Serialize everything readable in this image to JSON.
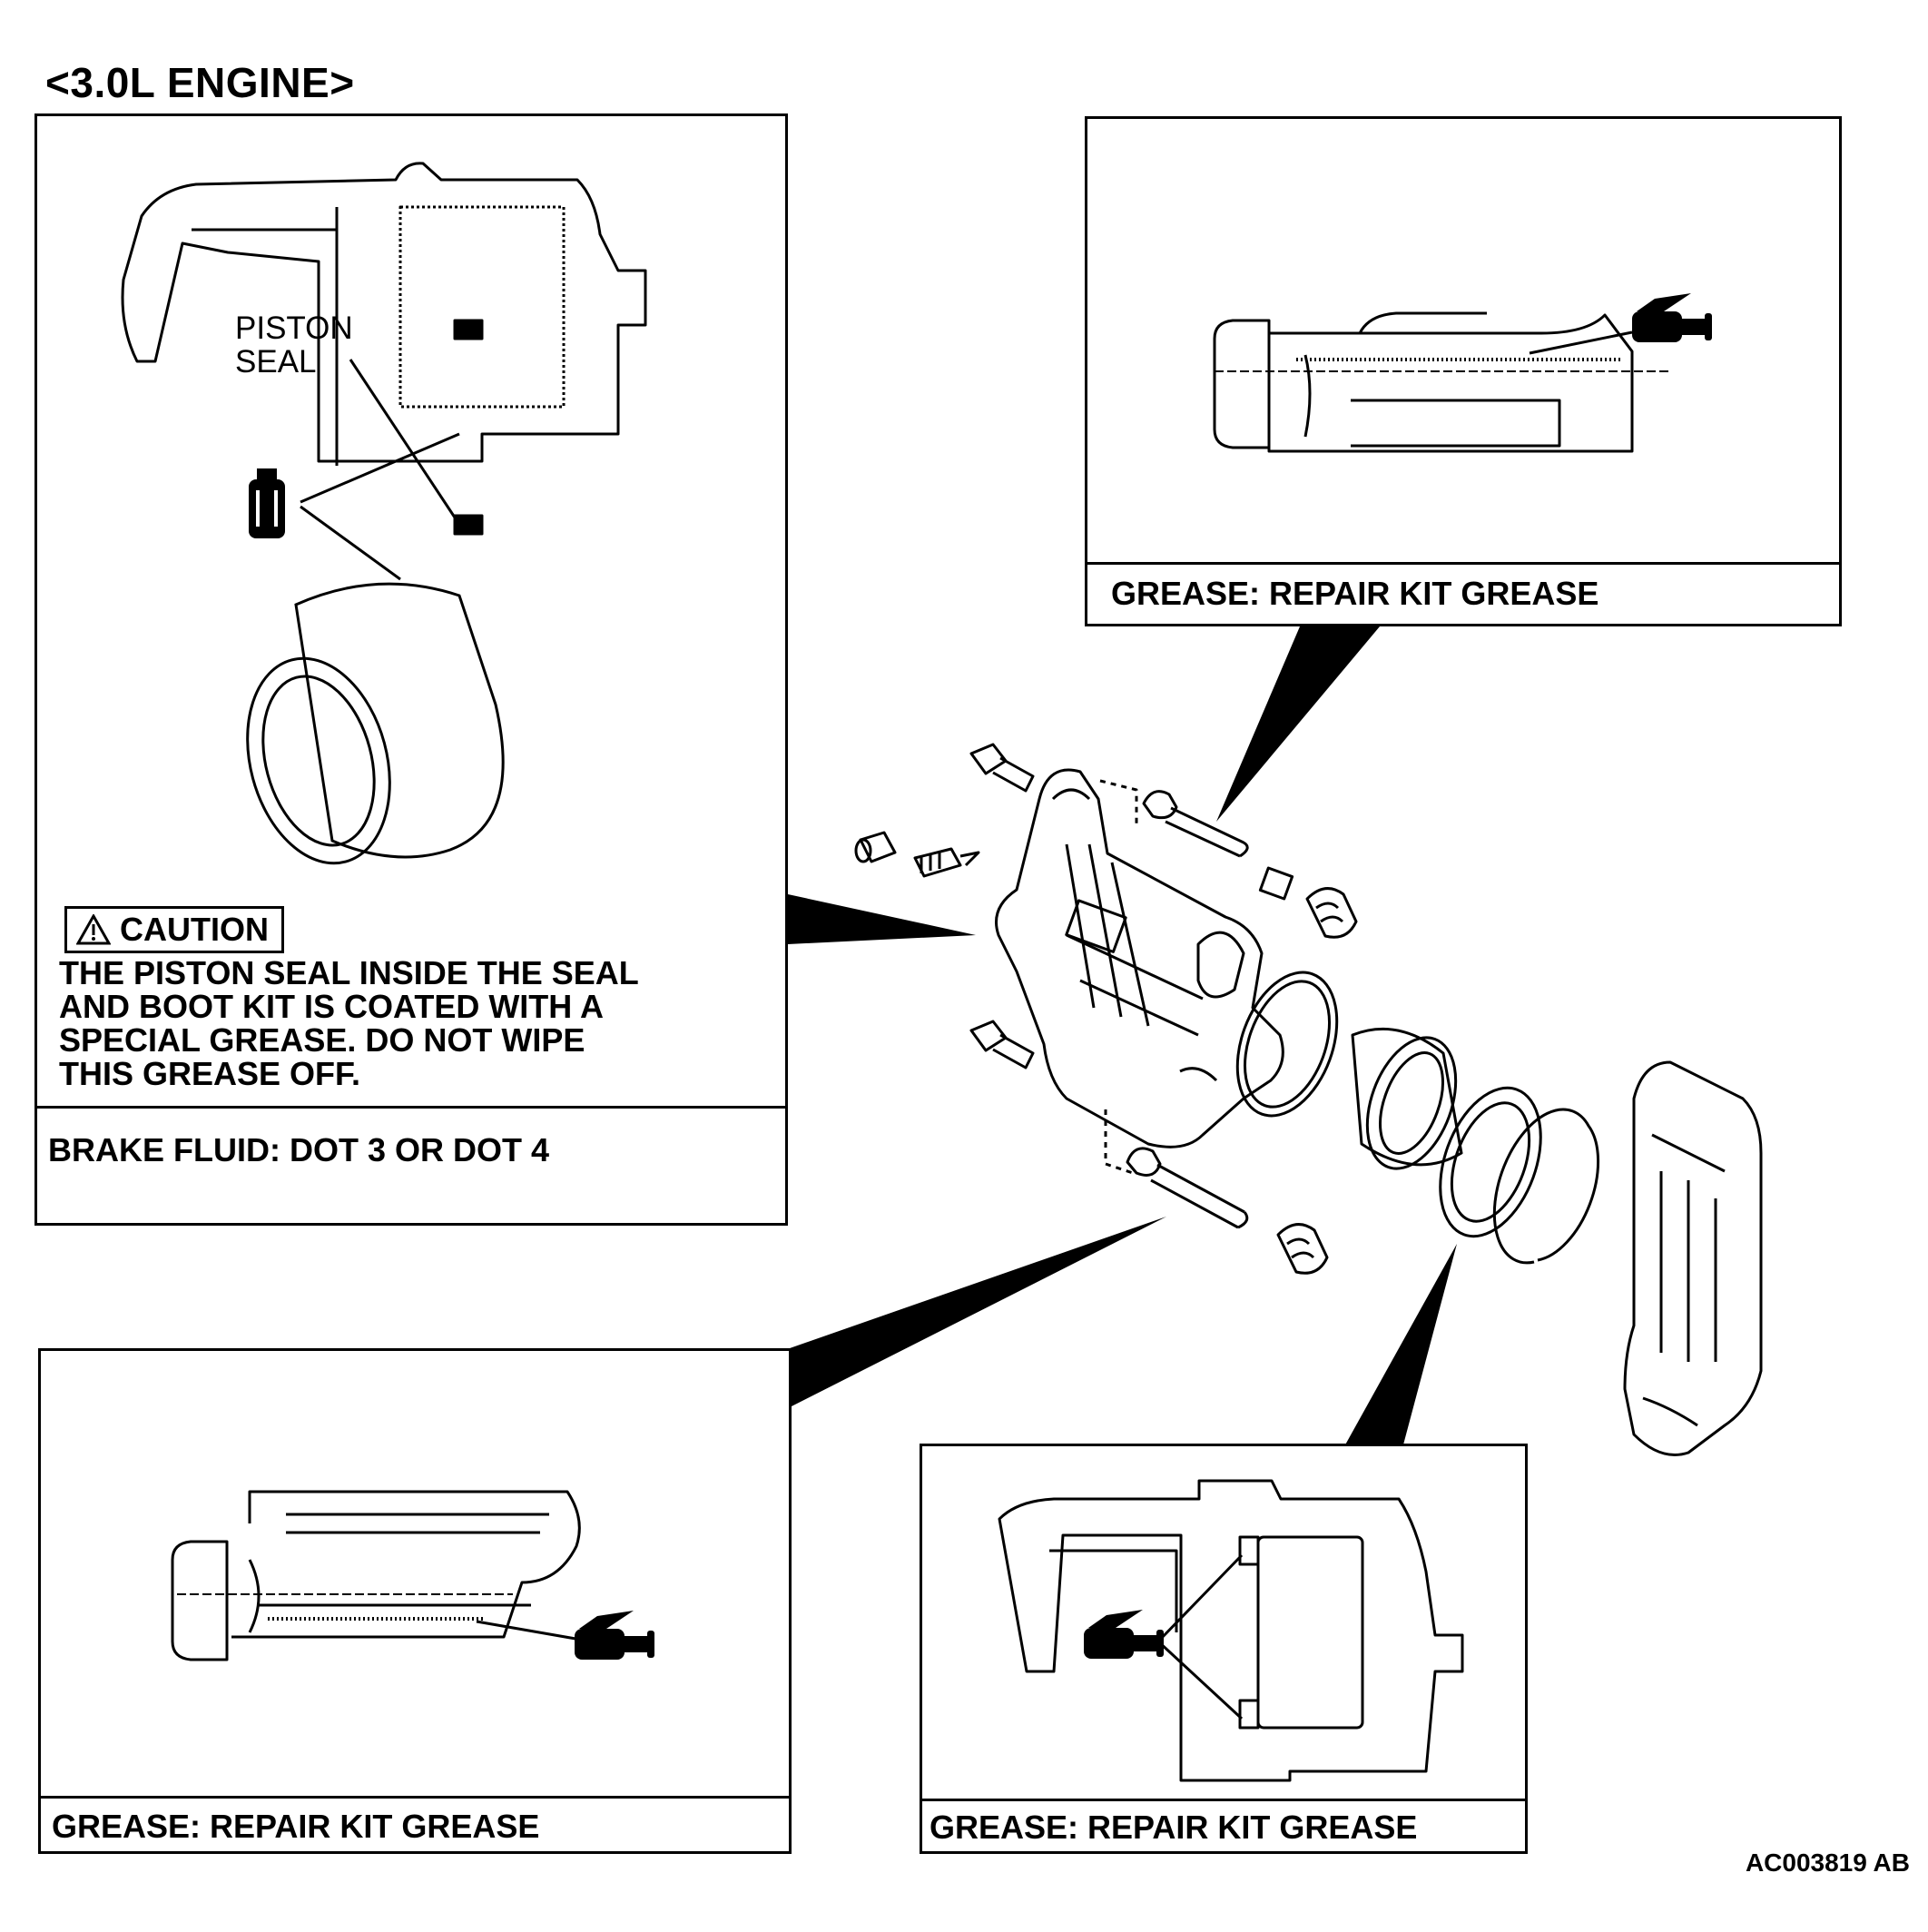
{
  "heading": "<3.0L ENGINE>",
  "panels": {
    "piston": {
      "callout": [
        "PISTON",
        "SEAL"
      ],
      "caution_title": "CAUTION",
      "caution_lines": [
        "THE PISTON SEAL INSIDE THE SEAL",
        "AND BOOT KIT IS COATED WITH A",
        "SPECIAL GREASE. DO NOT WIPE",
        "THIS GREASE OFF."
      ],
      "label": "BRAKE FLUID: DOT 3 OR DOT 4"
    },
    "top_right": {
      "label": "GREASE: REPAIR KIT GREASE"
    },
    "bottom_left": {
      "label": "GREASE: REPAIR KIT GREASE"
    },
    "bottom_middle": {
      "label": "GREASE: REPAIR KIT GREASE"
    }
  },
  "figure_id": "AC003819 AB"
}
